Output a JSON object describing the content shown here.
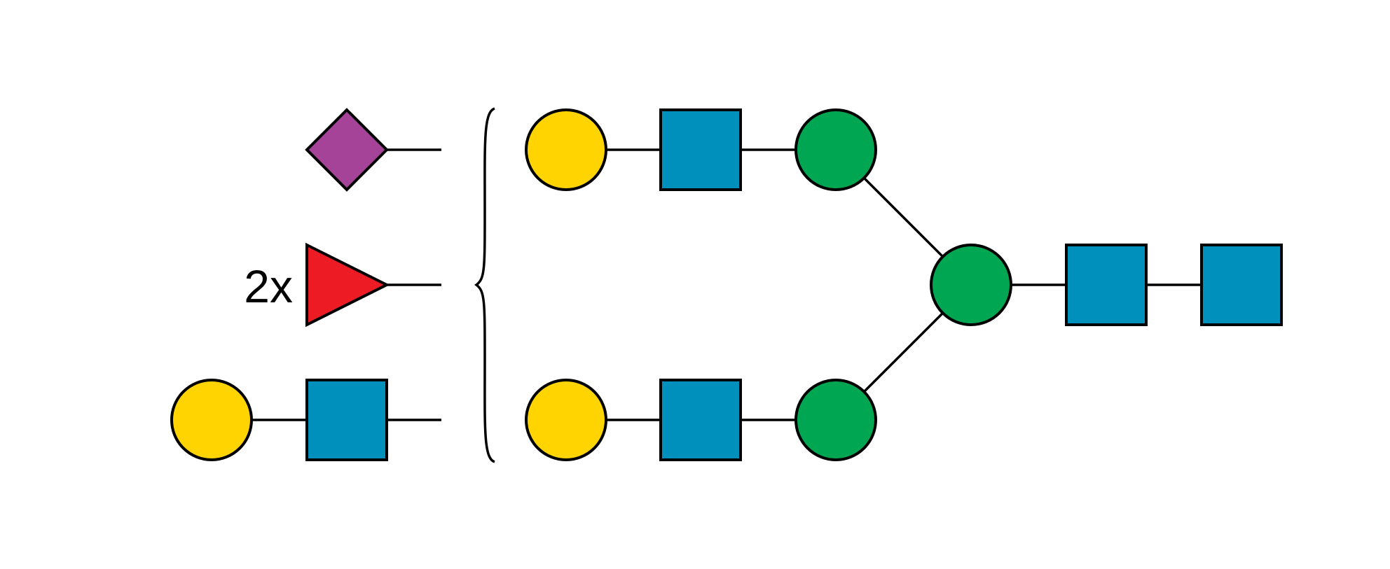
{
  "colors": {
    "galactose": "#FFD400",
    "n_acetylglucosamine": "#0090BC",
    "mannose": "#00A651",
    "sialic_acid": "#A54399",
    "fucose": "#ED1C24"
  },
  "core": {
    "residues": [
      {
        "id": "g1",
        "shape": "circle",
        "color": "galactose"
      },
      {
        "id": "n1",
        "shape": "square",
        "color": "n_acetylglucosamine"
      },
      {
        "id": "m1",
        "shape": "circle",
        "color": "mannose"
      },
      {
        "id": "g2",
        "shape": "circle",
        "color": "galactose"
      },
      {
        "id": "n2",
        "shape": "square",
        "color": "n_acetylglucosamine"
      },
      {
        "id": "m2",
        "shape": "circle",
        "color": "mannose"
      },
      {
        "id": "m3",
        "shape": "circle",
        "color": "mannose"
      },
      {
        "id": "n3",
        "shape": "square",
        "color": "n_acetylglucosamine"
      },
      {
        "id": "n4",
        "shape": "square",
        "color": "n_acetylglucosamine"
      }
    ],
    "linkages": [
      [
        "g1",
        "n1"
      ],
      [
        "n1",
        "m1"
      ],
      [
        "m1",
        "m3"
      ],
      [
        "g2",
        "n2"
      ],
      [
        "n2",
        "m2"
      ],
      [
        "m2",
        "m3"
      ],
      [
        "m3",
        "n3"
      ],
      [
        "n3",
        "n4"
      ]
    ]
  },
  "undetermined": [
    {
      "residues": [
        {
          "shape": "diamond",
          "color": "sialic_acid"
        }
      ],
      "multiplier": ""
    },
    {
      "residues": [
        {
          "shape": "triangle",
          "color": "fucose"
        }
      ],
      "multiplier": "2x"
    },
    {
      "residues": [
        {
          "shape": "circle",
          "color": "galactose"
        },
        {
          "shape": "square",
          "color": "n_acetylglucosamine"
        }
      ],
      "multiplier": ""
    }
  ]
}
